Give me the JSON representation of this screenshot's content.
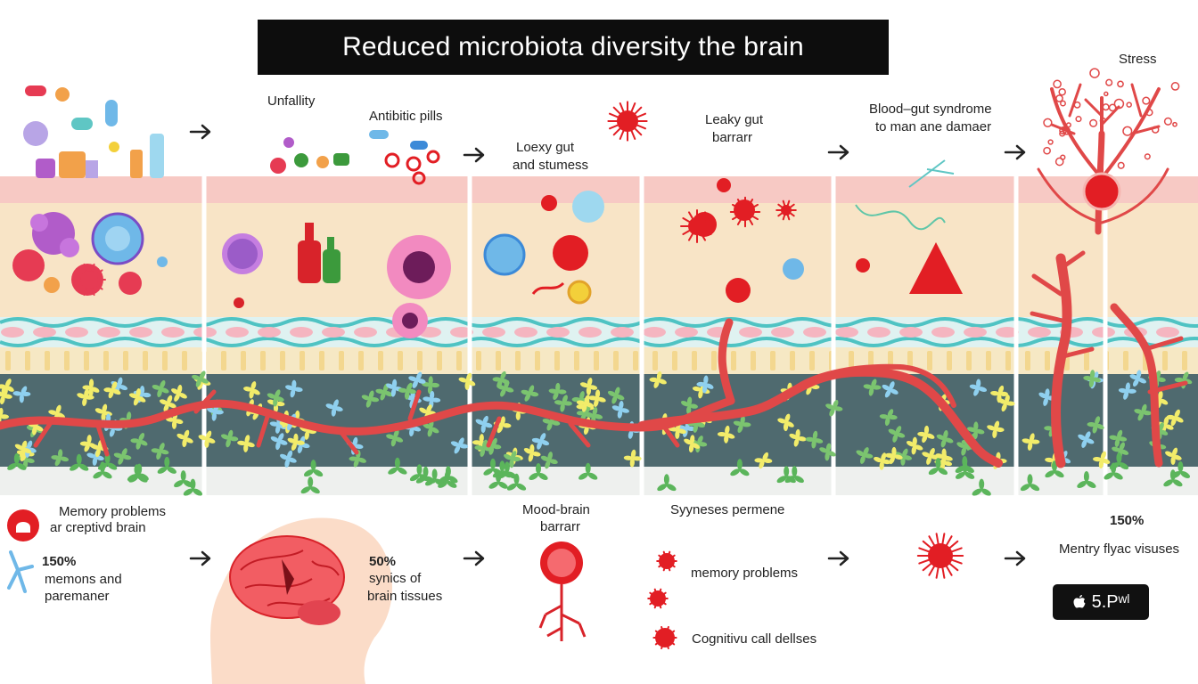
{
  "title": "Reduced microbiota diversity  the brain",
  "top_labels": {
    "unfallity": "Unfallity",
    "antibiotic": "Antibitic pills",
    "loexy1": "Loexy gut",
    "loexy2": "and stumess",
    "leaky1": "Leaky gut",
    "leaky2": "barrarr",
    "blood1": "Blood–gut syndrome",
    "blood2": "to man ane damaer",
    "stress": "Stress"
  },
  "bottom_labels": {
    "memory1": "Memory problems",
    "memory2": "ar creptivd brain",
    "pct150a": "150%",
    "memons1": "memons and",
    "memons2": "paremaner",
    "pct50": "50%",
    "synics1": "synics of",
    "synics2": "brain tissues",
    "mood1": "Mood-brain",
    "mood2": "barrarr",
    "synes": "Syyneses permene",
    "memprob": "memory problems",
    "cognitive": "Cognitivu call dellses",
    "pct150b": "150%",
    "mentry": "Mentry flyac visuses"
  },
  "badge_text": "5.Pʷˡ",
  "colors": {
    "title_bg": "#0d0d0d",
    "skin": "#f7c9c4",
    "tissue": "#f8e4c6",
    "teal_band": "#5fc6c4",
    "lower_tissue": "#4f6a6f",
    "vessel": "#e04848",
    "accent_red": "#e21e24"
  }
}
